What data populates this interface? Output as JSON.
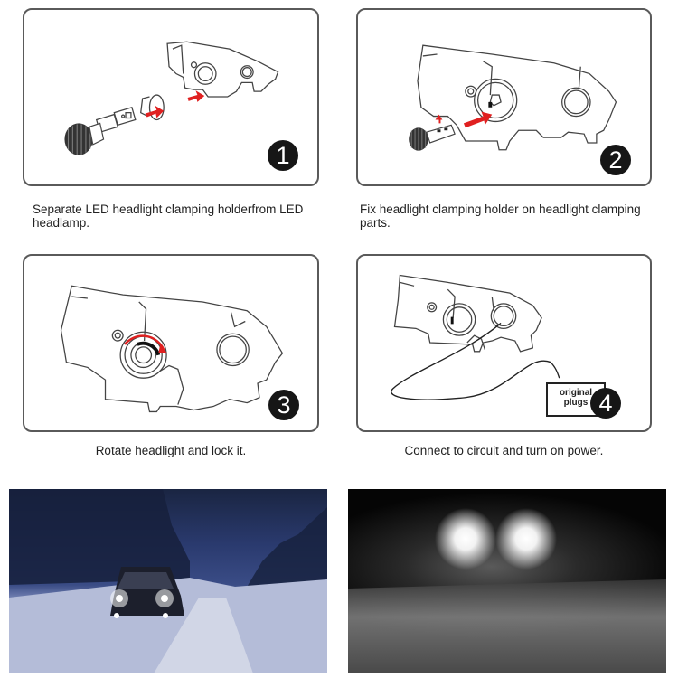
{
  "steps": [
    {
      "number": "1",
      "caption": "Separate LED headlight clamping holderfrom LED headlamp.",
      "illustration": "led-bulb-holder-separate"
    },
    {
      "number": "2",
      "caption": "Fix headlight clamping holder on headlight clamping parts.",
      "illustration": "holder-into-headlamp"
    },
    {
      "number": "3",
      "caption": "Rotate headlight and lock it.",
      "illustration": "rotate-lock"
    },
    {
      "number": "4",
      "caption": "Connect to circuit and turn on power.",
      "illustration": "connect-circuit",
      "plug_label_line1": "original",
      "plug_label_line2": "plugs"
    }
  ],
  "photos": [
    {
      "scene": "car-on-snowy-forest-road-night"
    },
    {
      "scene": "headlights-in-fog-dark-road"
    }
  ],
  "colors": {
    "arrow": "#e02020",
    "badge": "#161616",
    "border": "#5a5a5a",
    "line": "#333333"
  }
}
